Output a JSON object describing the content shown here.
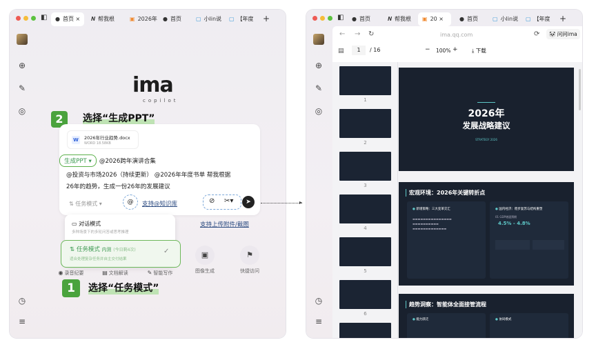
{
  "left_window": {
    "tabs": [
      {
        "label": "首页",
        "icon": "ima-icon"
      },
      {
        "label": "帮我根",
        "icon": "notion-icon"
      },
      {
        "label": "2026年",
        "icon": "ppt-icon"
      },
      {
        "label": "首页",
        "icon": "ima-icon"
      },
      {
        "label": "小lin说",
        "icon": "bilibili-icon"
      },
      {
        "label": "【年度",
        "icon": "bilibili-icon"
      }
    ],
    "logo": {
      "text": "ima",
      "sub": "copilot"
    },
    "step2": {
      "num": "2",
      "text": "选择“生成PPT”"
    },
    "attachment": {
      "name": "2026年行业趋势.docx",
      "meta": "WORD 18.58KB",
      "icon": "W"
    },
    "prompt": {
      "mode_tag": "生成PPT",
      "line1": "@2026跨年演讲合集",
      "line2": "@投资与市场2026（持续更新） @2026年年度书单 帮我根据",
      "line3": "26年的趋势，生成一份26年的发展建议"
    },
    "toolbar": {
      "mode": "任务模式",
      "at": "@",
      "kb_note": "支持@知识库",
      "upload_note": "支持上传附件/截图"
    },
    "dropdown": {
      "items": [
        {
          "title": "对话模式",
          "desc": "多种场景下的多轮问答或思考推理"
        },
        {
          "title": "任务模式",
          "tag": "内测",
          "quota": "(今日剩4次)",
          "desc": "适合处理复杂任务并自主交付结果",
          "selected": true
        }
      ]
    },
    "quick": [
      "录音纪要",
      "文档解读",
      "智能写作",
      "图像生成",
      "快捷访问"
    ],
    "step1": {
      "num": "1",
      "text": "选择“任务模式”"
    }
  },
  "right_window": {
    "tabs": [
      {
        "label": "首页",
        "icon": "ima-icon"
      },
      {
        "label": "帮我根",
        "icon": "notion-icon"
      },
      {
        "label": "20",
        "icon": "ppt-icon"
      },
      {
        "label": "首页",
        "icon": "ima-icon"
      },
      {
        "label": "小lin说",
        "icon": "bilibili-icon"
      },
      {
        "label": "【年度",
        "icon": "bilibili-icon"
      }
    ],
    "url": "ima.qq.com",
    "ask": "问问ima",
    "page": "1",
    "pages": "/ 16",
    "zoom": "100%",
    "download": "下载",
    "thumbs": [
      "1",
      "2",
      "3",
      "4",
      "5",
      "6"
    ],
    "slide1": {
      "title1": "2026年",
      "title2": "发展战略建议",
      "sub": "STRATEGY 2026"
    },
    "slide2": {
      "title": "宏观环境：2026年关键转折点",
      "left_head": "新增策略：三大变革交汇",
      "right_head": "国内经济：稳步复苏与结构重塑",
      "right_label": "01 GDP增速预期",
      "metric": "4.5% - 4.8%"
    },
    "slide3": {
      "title": "趋势洞察：智能体全面接管流程",
      "left_head": "能力跃迁",
      "right_head": "协同模式"
    },
    "accent": "#5ec8c8"
  },
  "colors": {
    "green": "#4aa33d",
    "slide_bg": "#19212e"
  }
}
